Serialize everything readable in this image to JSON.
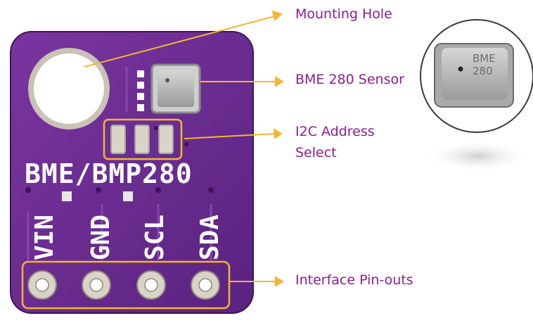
{
  "board": {
    "silkscreen": "BME/BMP280",
    "pins": [
      "VIN",
      "GND",
      "SCL",
      "SDA"
    ]
  },
  "callouts": {
    "mounting_hole": "Mounting Hole",
    "sensor": "BME 280 Sensor",
    "i2c_line1": "I2C Address",
    "i2c_line2": "Select",
    "pinouts": "Interface Pin-outs"
  },
  "chip_closeup": {
    "line1": "BME",
    "line2": "280"
  },
  "colors": {
    "board": "#6a2a8e",
    "board_dark": "#4e1b6e",
    "callout_text": "#8a1d8f",
    "arrow": "#f2b630",
    "pad": "#d9d3c8"
  }
}
